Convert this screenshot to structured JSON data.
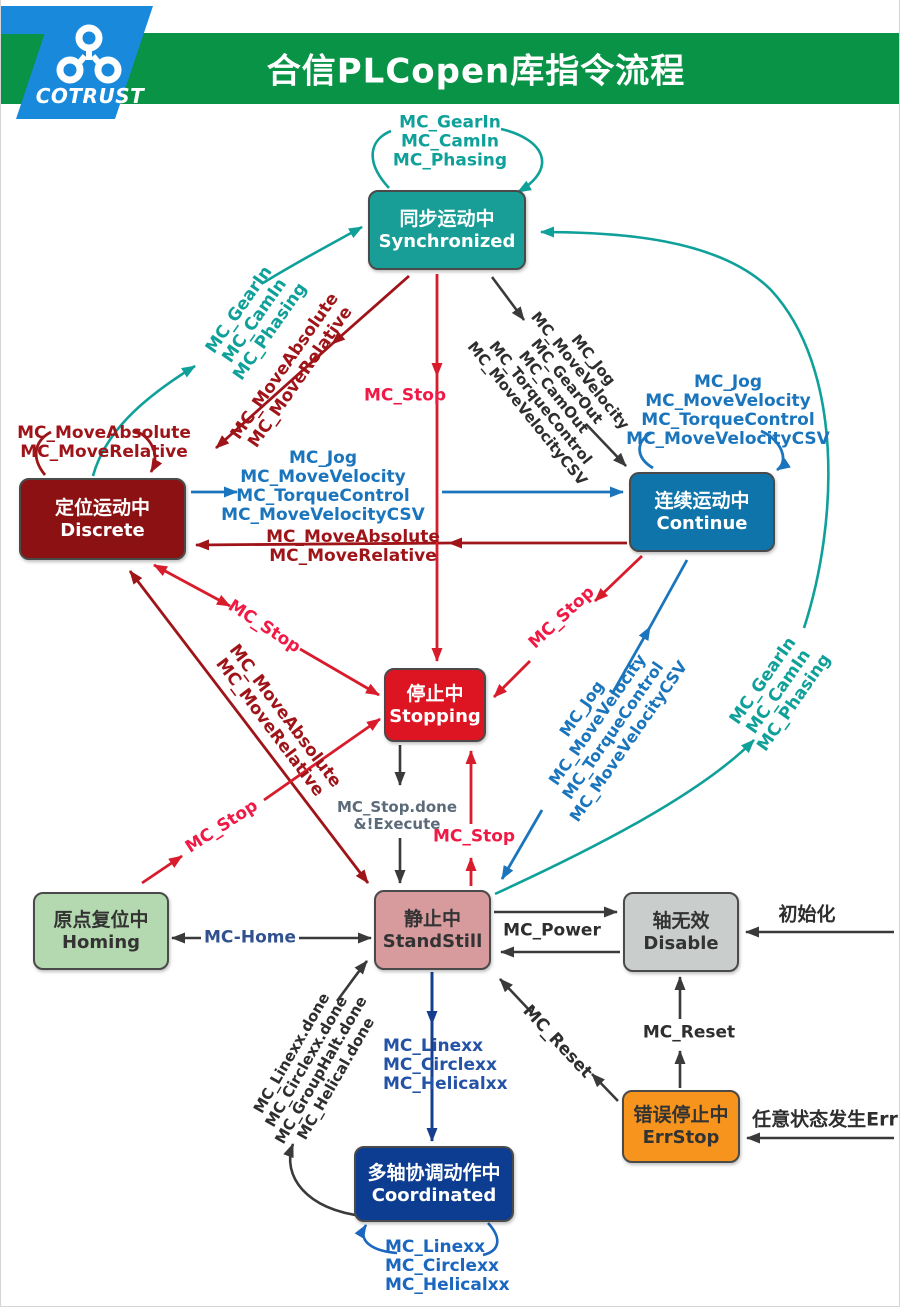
{
  "header": {
    "brand": "COTRUST",
    "title": "合信PLCopen库指令流程"
  },
  "colors": {
    "banner_green": "#089347",
    "logo_blue": "#1989DC",
    "logo_navy": "#1C3F94",
    "teal": "#0FA09A",
    "dark_red": "#9E1418",
    "red": "#D81C2B",
    "red_label": "#EF1A45",
    "blue": "#1B75BC",
    "navy": "#153E8F",
    "black": "#3A3A3A",
    "box_synchronized": "#189E97",
    "box_discrete": "#8C1112",
    "box_continue": "#0F74A9",
    "box_stopping": "#DD1523",
    "box_standstill": "#D79B9E",
    "box_homing": "#B4D8B0",
    "box_disable": "#C9CDCB",
    "box_errstop": "#F7941E",
    "box_coordinated": "#0C3D91"
  },
  "states": {
    "synchronized": {
      "zh": "同步运动中",
      "en": "Synchronized"
    },
    "discrete": {
      "zh": "定位运动中",
      "en": "Discrete"
    },
    "continue": {
      "zh": "连续运动中",
      "en": "Continue"
    },
    "stopping": {
      "zh": "停止中",
      "en": "Stopping"
    },
    "standstill": {
      "zh": "静止中",
      "en": "StandStill"
    },
    "homing": {
      "zh": "原点复位中",
      "en": "Homing"
    },
    "disable": {
      "zh": "轴无效",
      "en": "Disable"
    },
    "errstop": {
      "zh": "错误停止中",
      "en": "ErrStop"
    },
    "coordinated": {
      "zh": "多轴协调动作中",
      "en": "Coordinated"
    }
  },
  "labels": {
    "sync_loop": [
      "MC_GearIn",
      "MC_CamIn",
      "MC_Phasing"
    ],
    "discrete_loop": [
      "MC_MoveAbsolute",
      "MC_MoveRelative"
    ],
    "continue_loop": [
      "MC_Jog",
      "MC_MoveVelocity",
      "MC_TorqueControl",
      "MC_MoveVelocityCSV"
    ],
    "coordinated_loop": [
      "MC_Linexx",
      "MC_Circlexx",
      "MC_Helicalxx"
    ],
    "discrete_to_sync": [
      "MC_GearIn",
      "MC_CamIn",
      "MC_Phasing"
    ],
    "sync_to_discrete": [
      "MC_MoveAbsolute",
      "MC_MoveRelative"
    ],
    "sync_to_continue": [
      "MC_Jog",
      "MC_MoveVelocity",
      "MC_GearOut",
      "MC_CamOut",
      "MC_TorqueControl",
      "MC_MoveVelocityCSV"
    ],
    "discrete_to_continue": [
      "MC_Jog",
      "MC_MoveVelocity",
      "MC_TorqueControl",
      "MC_MoveVelocityCSV"
    ],
    "continue_to_discrete": [
      "MC_MoveAbsolute",
      "MC_MoveRelative"
    ],
    "standstill_to_continue": [
      "MC_Jog",
      "MC_MoveVelocity",
      "MC_TorqueControl",
      "MC_MoveVelocityCSV"
    ],
    "standstill_to_sync": [
      "MC_GearIn",
      "MC_CamIn",
      "MC_Phasing"
    ],
    "standstill_to_discrete": [
      "MC_MoveAbsolute",
      "MC_MoveRelative"
    ],
    "standstill_to_coordinated": [
      "MC_Linexx",
      "MC_Circlexx",
      "MC_Helicalxx"
    ],
    "coordinated_to_standstill": [
      "MC_Linexx.done",
      "MC_Circlexx.done",
      "MC_GroupHalt.done",
      "MC_Helical.done"
    ],
    "mc_stop": "MC_Stop",
    "stop_done": [
      "MC_Stop.done",
      "&!Execute"
    ],
    "mc_home": "MC-Home",
    "mc_power": "MC_Power",
    "mc_reset": "MC_Reset",
    "init": "初始化",
    "any_err": "任意状态发生Err"
  }
}
